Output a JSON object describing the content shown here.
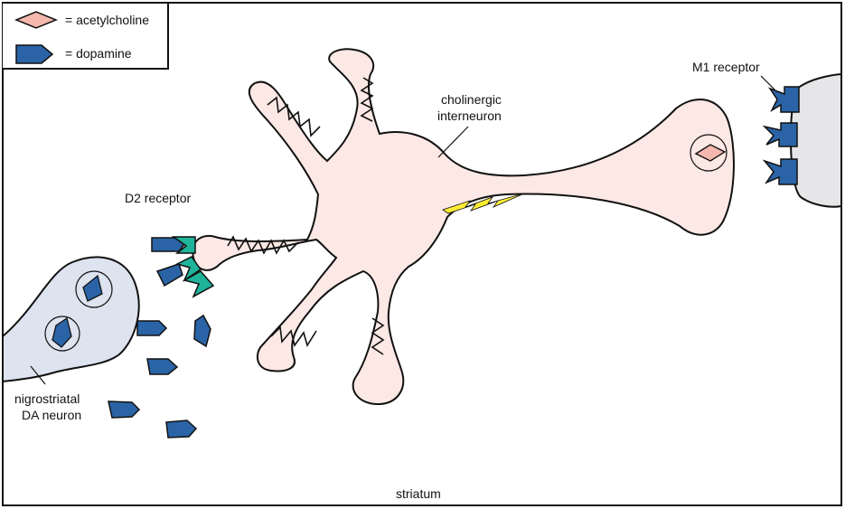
{
  "legend": {
    "acetylcholine": "= acetylcholine",
    "dopamine": "= dopamine"
  },
  "labels": {
    "m1_receptor": "M1 receptor",
    "cholinergic_line1": "cholinergic",
    "cholinergic_line2": "interneuron",
    "d2_receptor": "D2 receptor",
    "da_neuron_line1": "nigrostriatal",
    "da_neuron_line2": "DA neuron",
    "region": "striatum"
  },
  "colors": {
    "acetylcholine": "#f4b8ae",
    "dopamine": "#2b64a6",
    "d2_receptor": "#1fb39a",
    "interneuron": "#fce8e4",
    "da_neuron": "#dde3ef",
    "target_cell": "#e6e6e8",
    "signal": "#ffee33"
  }
}
